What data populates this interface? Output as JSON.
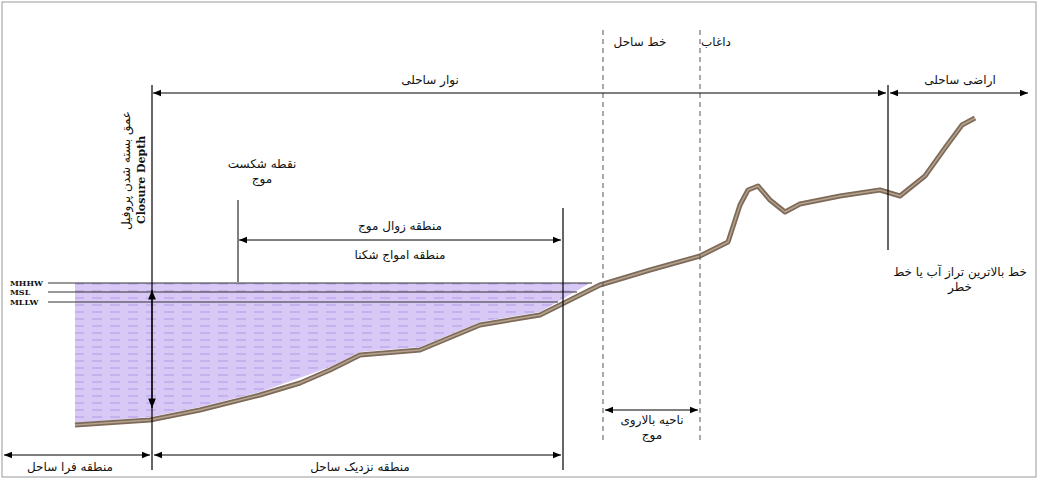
{
  "diagram": {
    "labels": [
      "نوار ساحلی",
      "خط ساحل",
      "داغاب",
      "اراضی ساحلی",
      "عمق بسته شدن پروفیل",
      "Closure Depth",
      "نقطه شکست موج",
      "منطقه زوال موج",
      "منطقه امواج شکنا",
      "MHHW",
      "MSL",
      "MLLW",
      "خط بالاترین تراز آب یا خط خطر",
      "ناحیه بالاروی موج",
      "منطقه فرا ساحل",
      "منطقه نزدیک ساحل"
    ]
  }
}
